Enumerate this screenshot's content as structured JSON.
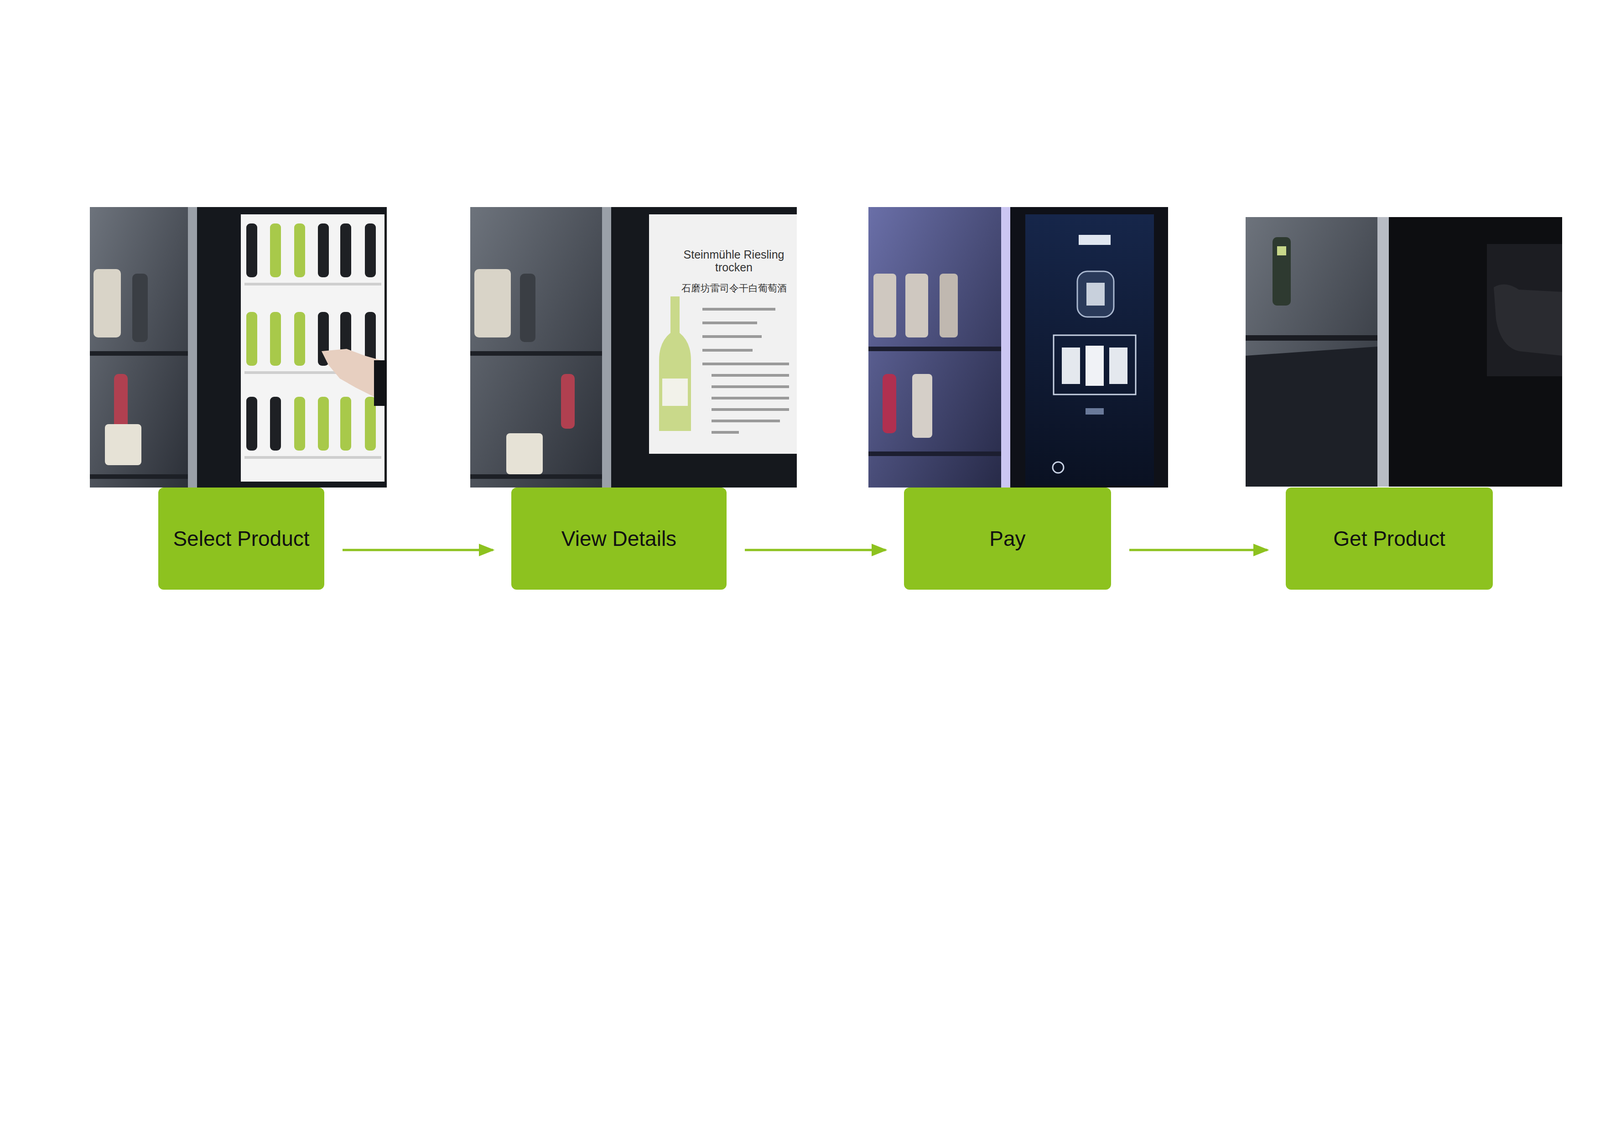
{
  "diagram": {
    "nodes": [
      {
        "text": [
          "Select Product"
        ]
      },
      {
        "text": [
          "View Details"
        ]
      },
      {
        "text": [
          "Pay"
        ]
      },
      {
        "text": [
          "Get Product"
        ]
      }
    ],
    "edges": [
      {
        "from": 0,
        "to": 1,
        "arrow": "to"
      },
      {
        "from": 1,
        "to": 2,
        "arrow": "to"
      },
      {
        "from": 2,
        "to": 3,
        "arrow": "to"
      }
    ],
    "labels": [
      "Steinmühle Riesling trocken",
      "石磨坊雷司令干白葡萄酒"
    ]
  }
}
